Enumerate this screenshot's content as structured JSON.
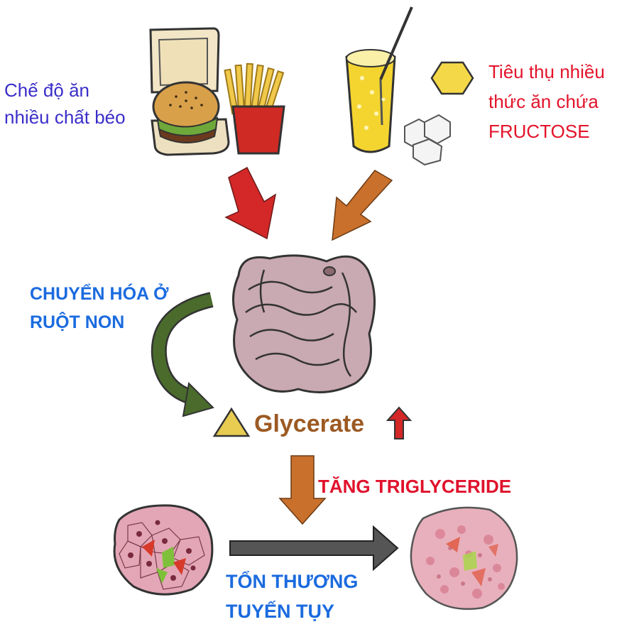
{
  "labels": {
    "fat_diet": "Chế độ ăn\nnhiều chất béo",
    "fructose": "Tiêu thụ nhiều\nthức ăn chứa\nFRUCTOSE",
    "small_intestine_metabolism": "CHUYỂN HÓA Ở\nRUỘT NON",
    "glycerate": "Glycerate",
    "triglyceride": "TĂNG TRIGLYCERIDE",
    "pancreas_damage": "TỔN THƯƠNG\nTUYẾN TỤY"
  },
  "colors": {
    "fat_label": "#3b2ec9",
    "fructose_label": "#e3132a",
    "blue_labels": "#1b6bdf",
    "glycerate": "#9c5a23",
    "red_arrow": "#d42727",
    "orange_arrow": "#c9702c",
    "green_arrow": "#4a6b2c",
    "gray_arrow": "#555555",
    "hexagon": "#f5d848",
    "triangle": "#e8cc52"
  },
  "icons": [
    "burger-box-icon",
    "fries-icon",
    "juice-glass-icon",
    "sugar-cubes-icon",
    "hexagon-icon",
    "intestine-icon",
    "triangle-icon",
    "up-arrow-icon",
    "healthy-pancreas-cells-icon",
    "damaged-pancreas-cells-icon"
  ]
}
